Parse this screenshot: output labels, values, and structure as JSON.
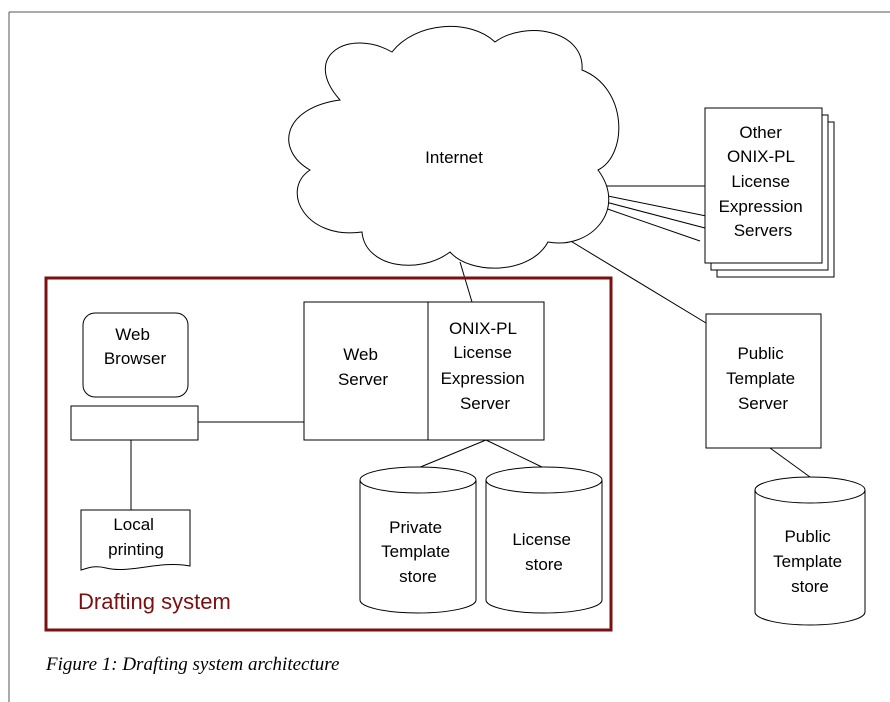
{
  "diagram": {
    "internet_label": "Internet",
    "other_servers_label": [
      "Other",
      "ONIX-PL",
      "License",
      "Expression",
      "Servers"
    ],
    "web_browser_label": [
      "Web",
      "Browser"
    ],
    "local_printing_label": [
      "Local",
      "printing"
    ],
    "web_server_label": [
      "Web",
      "Server"
    ],
    "onix_server_label": [
      "ONIX-PL",
      "License",
      "Expression",
      "Server"
    ],
    "private_store_label": [
      "Private",
      "Template",
      "store"
    ],
    "license_store_label": [
      "License",
      "store"
    ],
    "public_server_label": [
      "Public",
      "Template",
      "Server"
    ],
    "public_store_label": [
      "Public",
      "Template",
      "store"
    ],
    "system_label": "Drafting system",
    "caption": "Figure 1: Drafting system architecture"
  },
  "colors": {
    "system_border": "#7a1010",
    "system_text": "#7a1010",
    "stroke": "#000000"
  }
}
